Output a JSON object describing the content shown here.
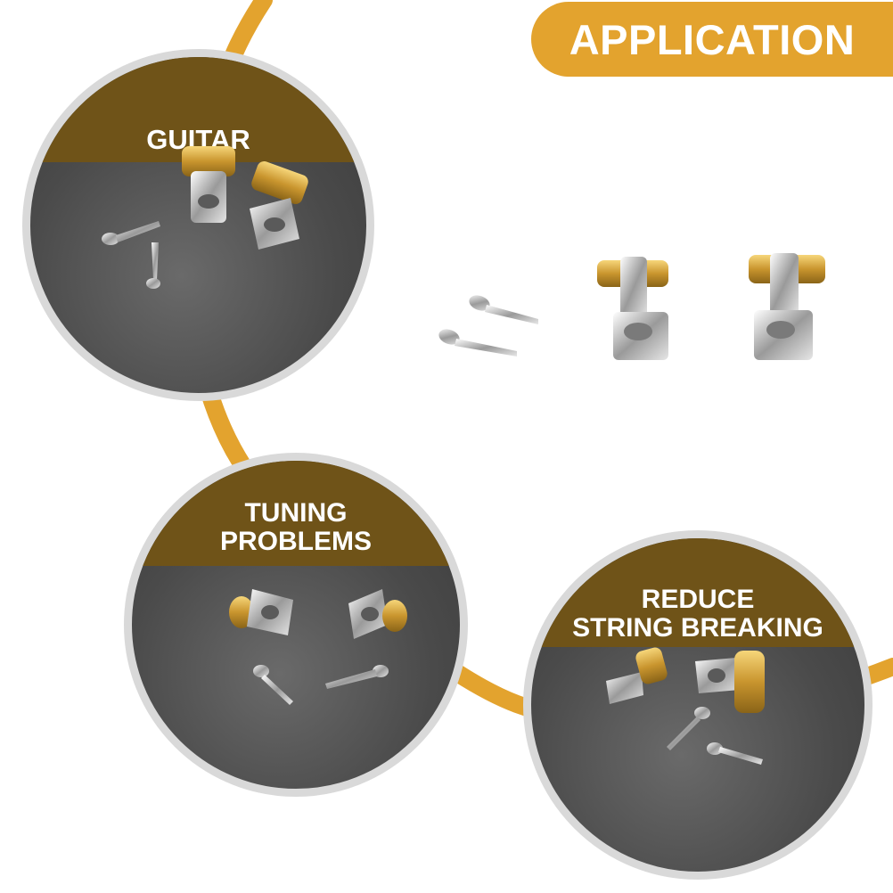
{
  "colors": {
    "accent": "#e3a32e",
    "band": "#6f5318",
    "surface": "#4d4d4d",
    "ring": "#d9d9d9"
  },
  "banner": {
    "title": "APPLICATION"
  },
  "panels": [
    {
      "label": "GUITAR"
    },
    {
      "label": "TUNING\nPROBLEMS"
    },
    {
      "label": "REDUCE\nSTRING BREAKING"
    }
  ]
}
